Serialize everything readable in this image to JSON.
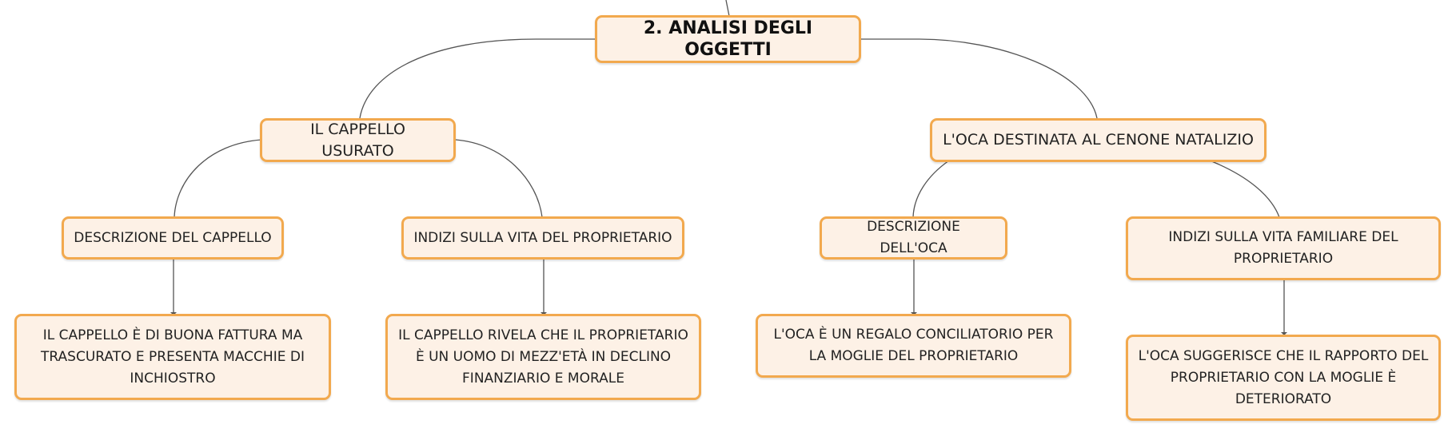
{
  "colors": {
    "node_fill": "#fdf1e6",
    "node_border": "#f2a94e",
    "connector": "#555555",
    "text": "#222222"
  },
  "root": {
    "label": "2. ANALISI DEGLI OGGETTI"
  },
  "branches": [
    {
      "label": "IL CAPPELLO USURATO",
      "children": [
        {
          "label": "DESCRIZIONE DEL CAPPELLO",
          "detail": "IL CAPPELLO È DI BUONA FATTURA MA TRASCURATO E PRESENTA MACCHIE DI INCHIOSTRO"
        },
        {
          "label": "INDIZI SULLA VITA DEL PROPRIETARIO",
          "detail": "IL CAPPELLO RIVELA CHE IL PROPRIETARIO È UN UOMO DI MEZZ'ETÀ IN DECLINO FINANZIARIO E MORALE"
        }
      ]
    },
    {
      "label": "L'OCA DESTINATA AL CENONE NATALIZIO",
      "children": [
        {
          "label": "DESCRIZIONE DELL'OCA",
          "detail": "L'OCA È UN REGALO CONCILIATORIO PER LA MOGLIE DEL PROPRIETARIO"
        },
        {
          "label": "INDIZI SULLA VITA FAMILIARE DEL PROPRIETARIO",
          "detail": "L'OCA SUGGERISCE CHE IL RAPPORTO DEL PROPRIETARIO CON LA MOGLIE È DETERIORATO"
        }
      ]
    }
  ]
}
